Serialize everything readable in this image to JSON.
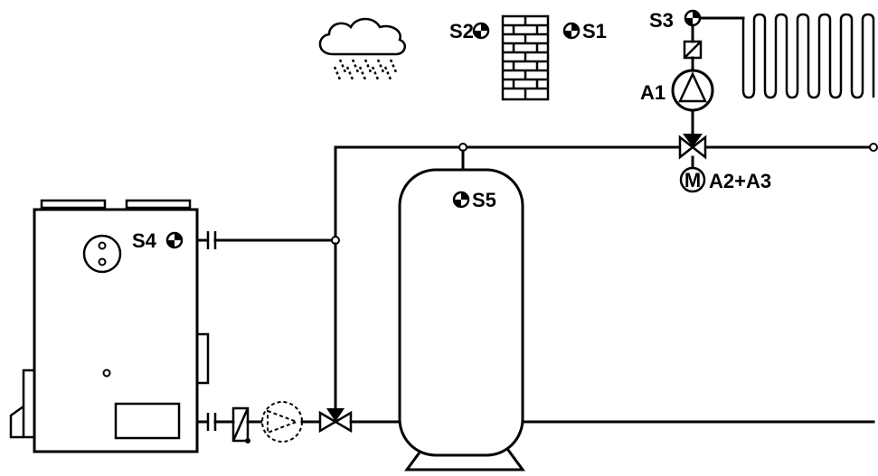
{
  "labels": {
    "s1": "S1",
    "s2": "S2",
    "s3": "S3",
    "s4": "S4",
    "s5": "S5",
    "a1": "A1",
    "motor": "M",
    "a2a3": "A2+A3"
  },
  "colors": {
    "line": "#000000",
    "background": "#ffffff"
  },
  "icons": [
    "rain-cloud-icon",
    "brick-wall-icon",
    "temperature-sensor-icon",
    "circulation-pump-icon",
    "check-valve-icon",
    "three-way-valve-icon",
    "motor-actuator-icon",
    "radiator-icon",
    "boiler-icon",
    "buffer-tank-icon"
  ]
}
